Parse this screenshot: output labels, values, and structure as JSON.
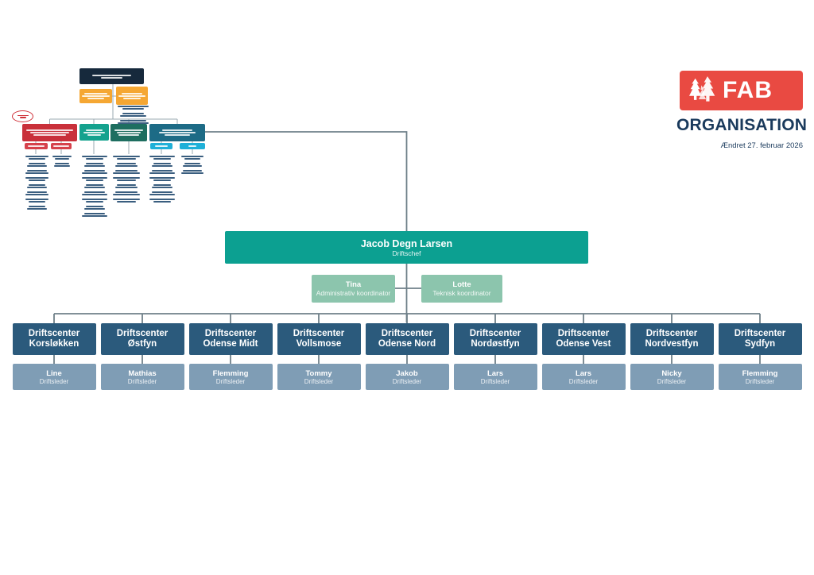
{
  "branding": {
    "logo_text": "FAB",
    "org_title": "ORGANISATION",
    "updated": "Ændret 27. februar 2026",
    "logo_red": "#e94a42",
    "navy": "#1a3a5c"
  },
  "chief": {
    "name": "Jacob Degn Larsen",
    "role": "Driftschef"
  },
  "coordinators": [
    {
      "name": "Tina",
      "role": "Administrativ koordinator"
    },
    {
      "name": "Lotte",
      "role": "Teknisk koordinator"
    }
  ],
  "centers": [
    {
      "unit": "Driftscenter",
      "area": "Korsløkken",
      "leader": "Line",
      "role": "Driftsleder"
    },
    {
      "unit": "Driftscenter",
      "area": "Østfyn",
      "leader": "Mathias",
      "role": "Driftsleder"
    },
    {
      "unit": "Driftscenter",
      "area": "Odense Midt",
      "leader": "Flemming",
      "role": "Driftsleder"
    },
    {
      "unit": "Driftscenter",
      "area": "Vollsmose",
      "leader": "Tommy",
      "role": "Driftsleder"
    },
    {
      "unit": "Driftscenter",
      "area": "Odense Nord",
      "leader": "Jakob",
      "role": "Driftsleder"
    },
    {
      "unit": "Driftscenter",
      "area": "Nordøstfyn",
      "leader": "Lars",
      "role": "Driftsleder"
    },
    {
      "unit": "Driftscenter",
      "area": "Odense Vest",
      "leader": "Lars",
      "role": "Driftsleder"
    },
    {
      "unit": "Driftscenter",
      "area": "Nordvestfyn",
      "leader": "Nicky",
      "role": "Driftsleder"
    },
    {
      "unit": "Driftscenter",
      "area": "Sydfyn",
      "leader": "Flemming",
      "role": "Driftsleder"
    }
  ],
  "colors": {
    "chief_teal": "#0ca091",
    "coordinator_green": "#8cc5ad",
    "center_blue": "#2b5a7c",
    "leader_slate": "#7f9db5",
    "connector_gray": "#6f8089"
  }
}
